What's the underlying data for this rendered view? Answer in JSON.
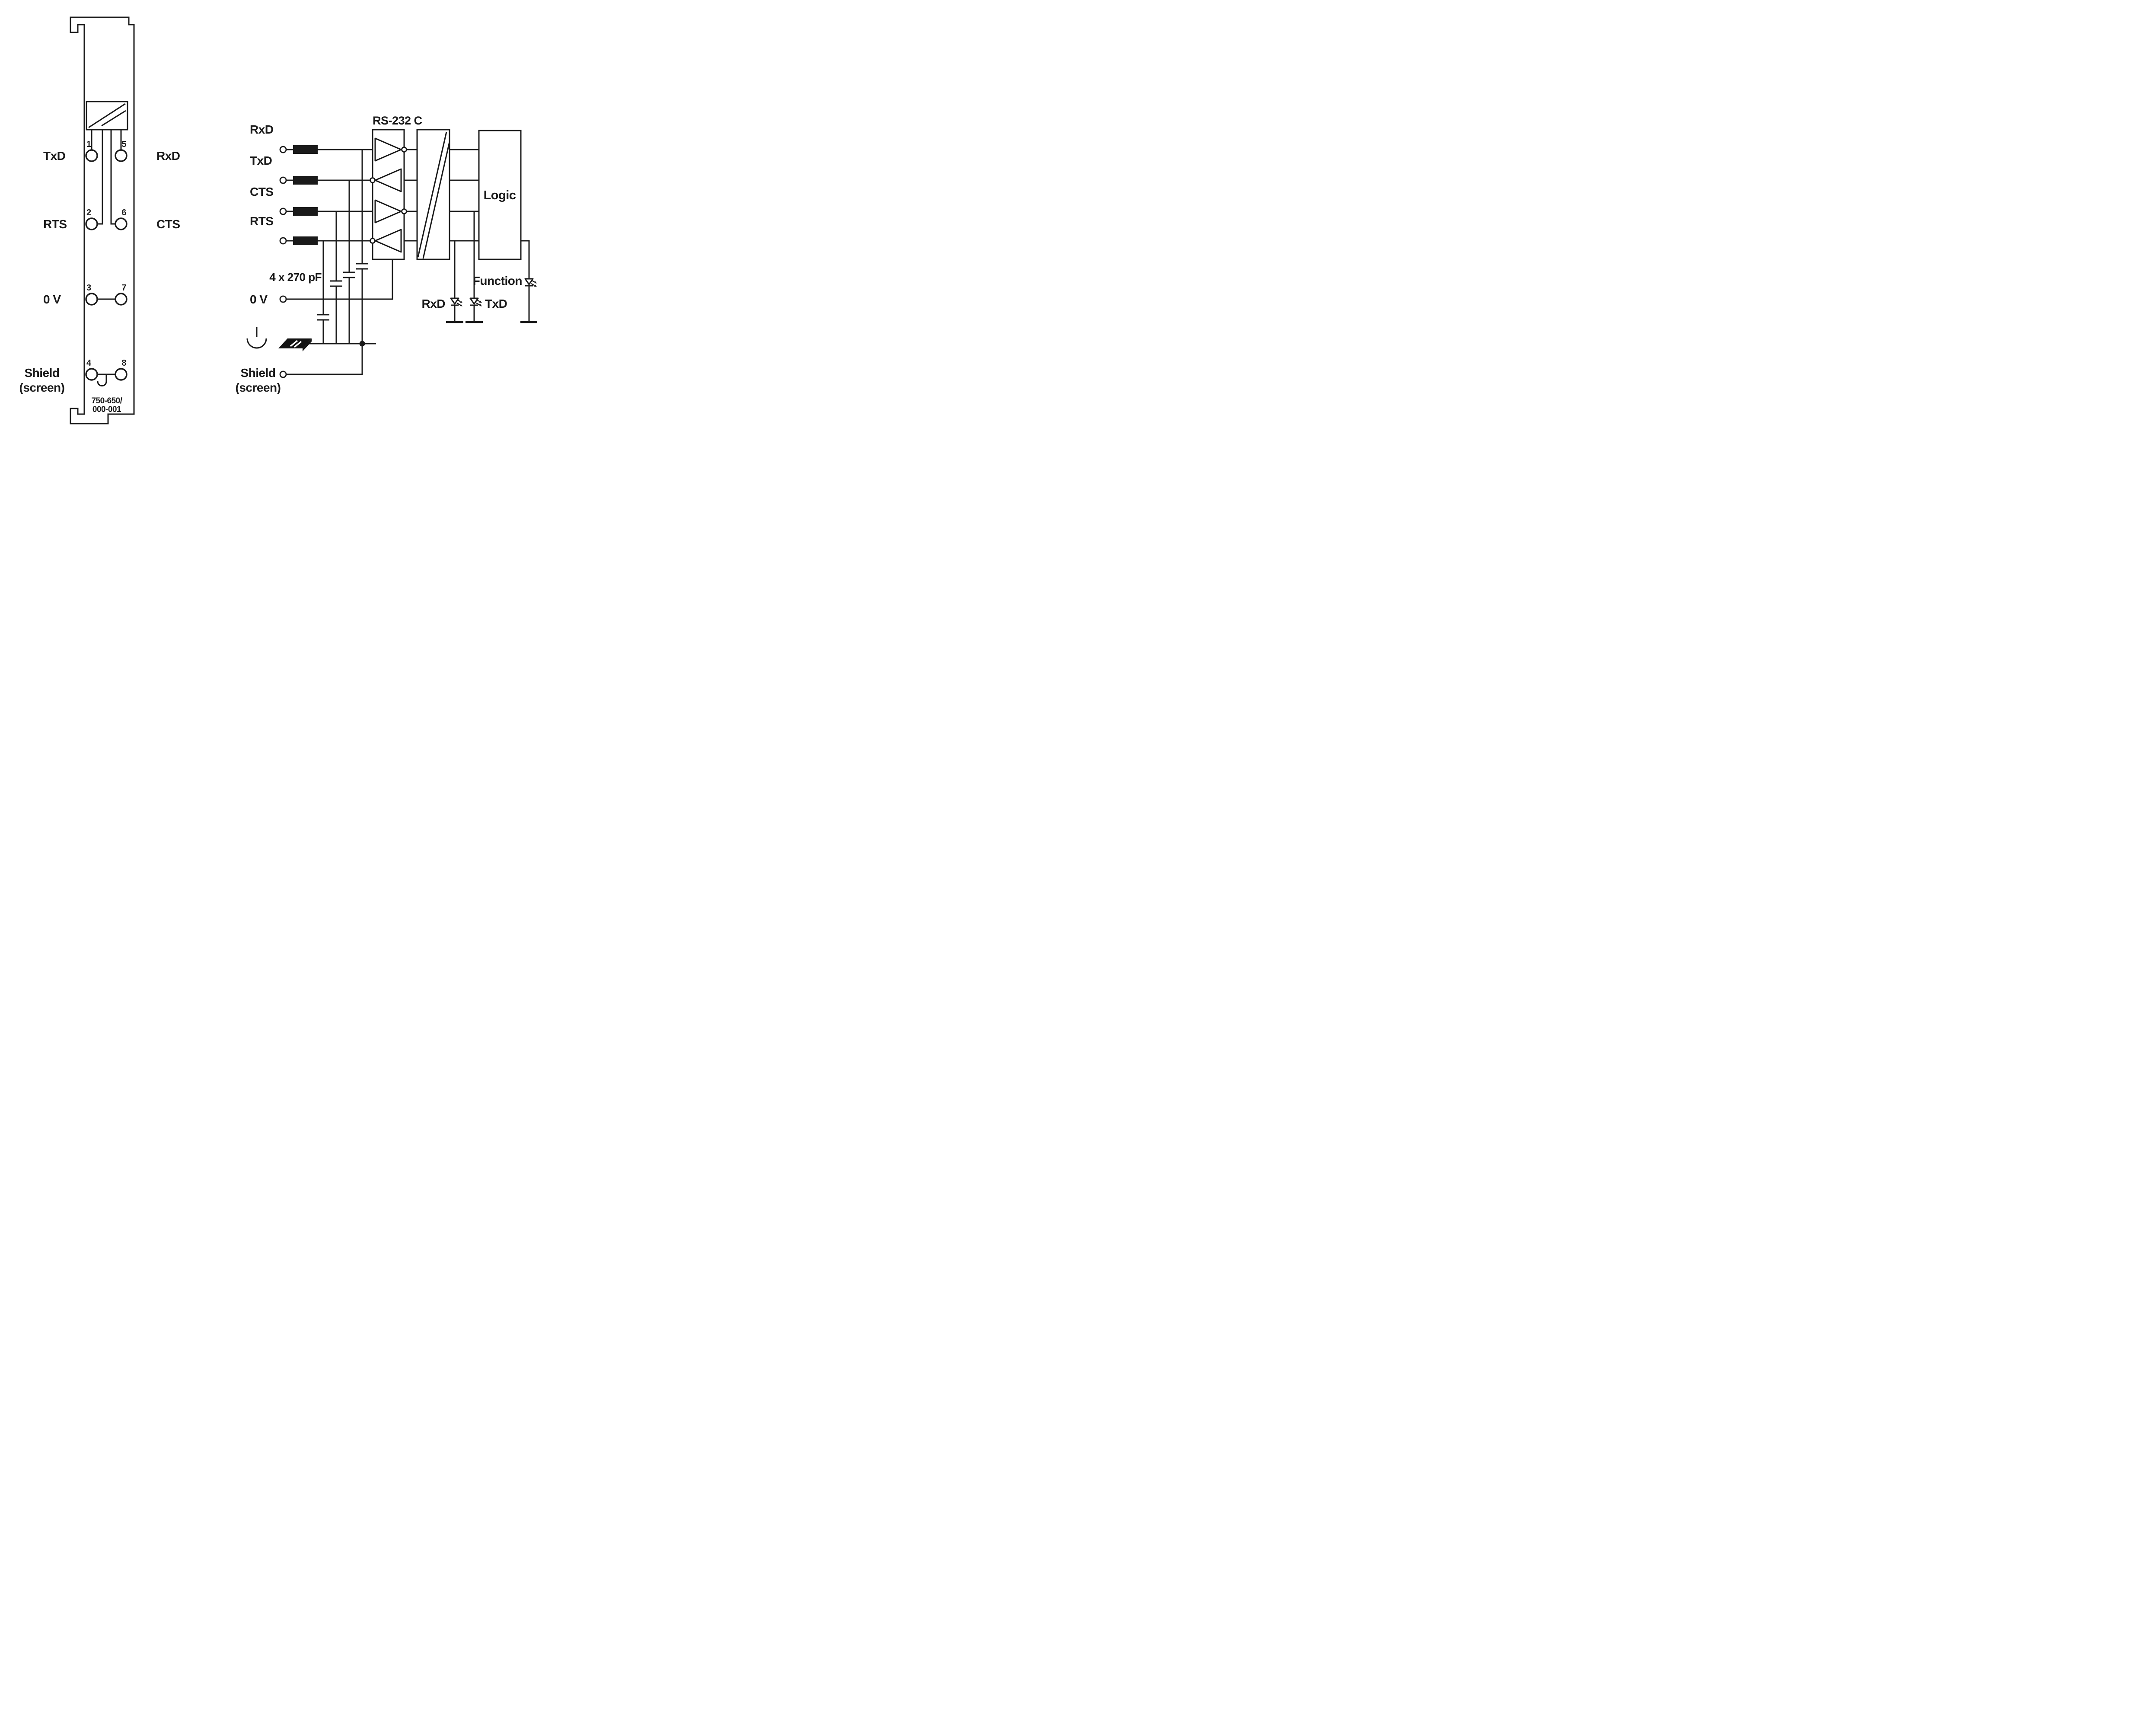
{
  "colors": {
    "ink": "#1a1a1a",
    "background": "#ffffff"
  },
  "module": {
    "part_number": {
      "line1": "750-650/",
      "line2": "000-001"
    },
    "pin_numbers": {
      "p1": "1",
      "p2": "2",
      "p3": "3",
      "p4": "4",
      "p5": "5",
      "p6": "6",
      "p7": "7",
      "p8": "8"
    },
    "labels": {
      "txd": "TxD",
      "rxd": "RxD",
      "rts": "RTS",
      "cts": "CTS",
      "zero_v": "0 V",
      "shield_line1": "Shield",
      "shield_line2": "(screen)"
    }
  },
  "schematic": {
    "signal_labels": {
      "rxd": "RxD",
      "txd": "TxD",
      "cts": "CTS",
      "rts": "RTS"
    },
    "zero_v_label": "0 V",
    "shield_label": {
      "line1": "Shield",
      "line2": "(screen)"
    },
    "transceiver_label": "RS-232 C",
    "logic_label": "Logic",
    "capacitor_label": "4 x 270 pF",
    "led_labels": {
      "function": "Function",
      "rxd": "RxD",
      "txd": "TxD"
    }
  }
}
